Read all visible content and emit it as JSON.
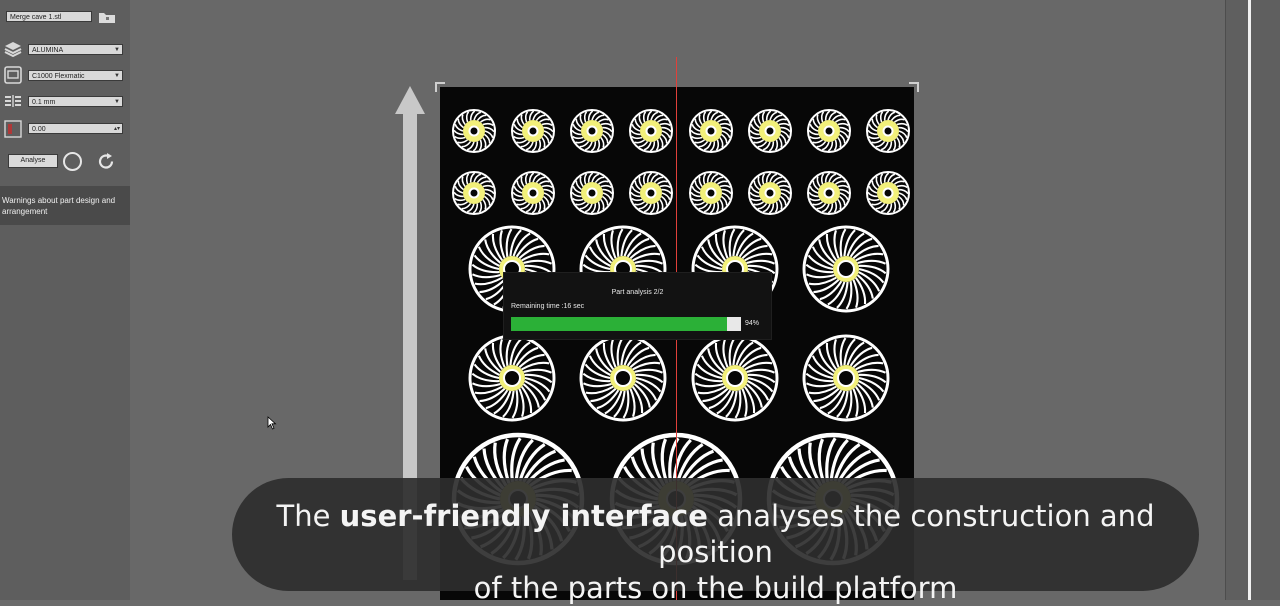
{
  "sidebar": {
    "project_name": "Merge cave 1.stl",
    "material": "ALUMINA",
    "printer": "C1000 Flexmatic",
    "layer_thickness": "0.1 mm",
    "value": "0.00",
    "analyse_label": "Analyse",
    "warning_text": "Warnings about part design and arrangement"
  },
  "dialog": {
    "title": "Part analysis 2/2",
    "remaining": "Remaining time :16 sec",
    "progress_percent": 94,
    "progress_label": "94%"
  },
  "caption": {
    "prefix": "The ",
    "bold": "user-friendly interface",
    "line1_rest": " analyses the construction and position",
    "line2": "of the parts on the build platform"
  },
  "colors": {
    "progress_fill": "#2bb037",
    "part_fill": "#f2f07a",
    "build_line": "#e0403a"
  },
  "icons": [
    "folder-icon",
    "layers-icon",
    "printer-icon",
    "layer-thickness-icon",
    "value-icon",
    "circle-icon",
    "refresh-icon",
    "mouse-cursor-icon"
  ]
}
